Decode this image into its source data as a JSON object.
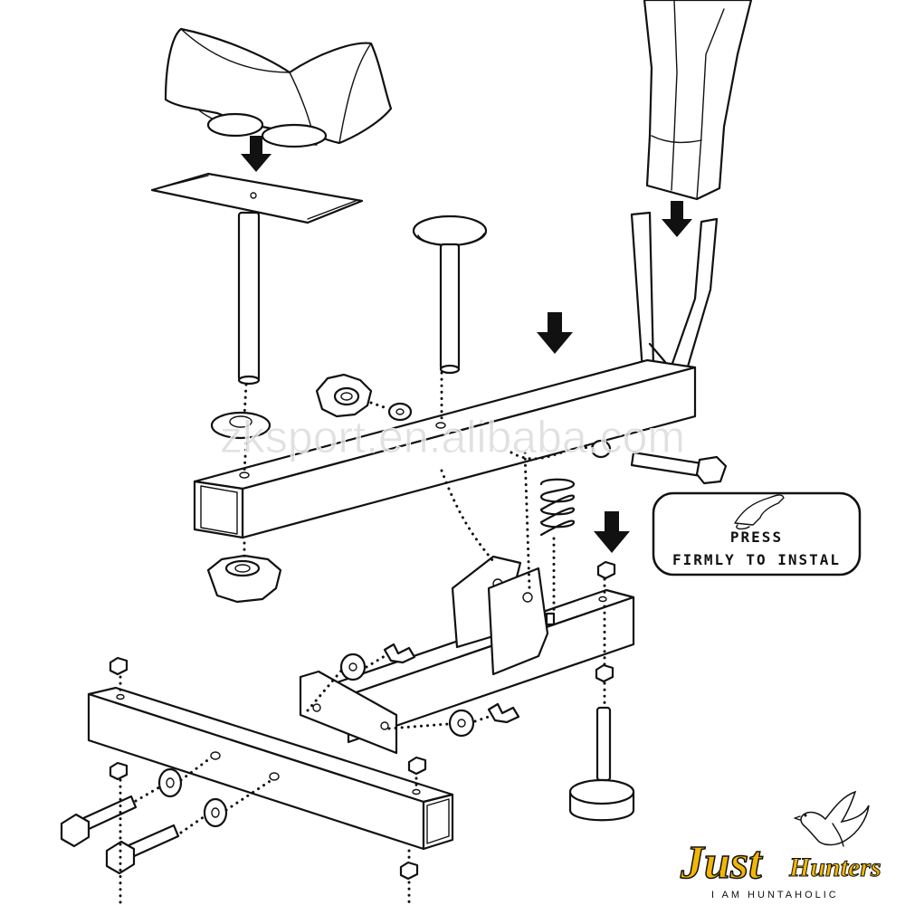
{
  "callout": {
    "line1": "PRESS",
    "line2": "FIRMLY TO INSTAL",
    "icon": "pressing-hand-icon"
  },
  "watermark": {
    "text": "zksport.en.alibaba.com"
  },
  "brand": {
    "name_part1": "Just",
    "name_part2": "Hunters",
    "tagline": "I AM HUNTAHOLIC",
    "icon": "flying-duck-icon",
    "color": "#f2b705"
  },
  "icons": [
    "down-arrow-icon",
    "knob-icon",
    "bolt-icon",
    "nut-icon",
    "washer-icon",
    "spring-icon",
    "wing-nut-icon"
  ]
}
